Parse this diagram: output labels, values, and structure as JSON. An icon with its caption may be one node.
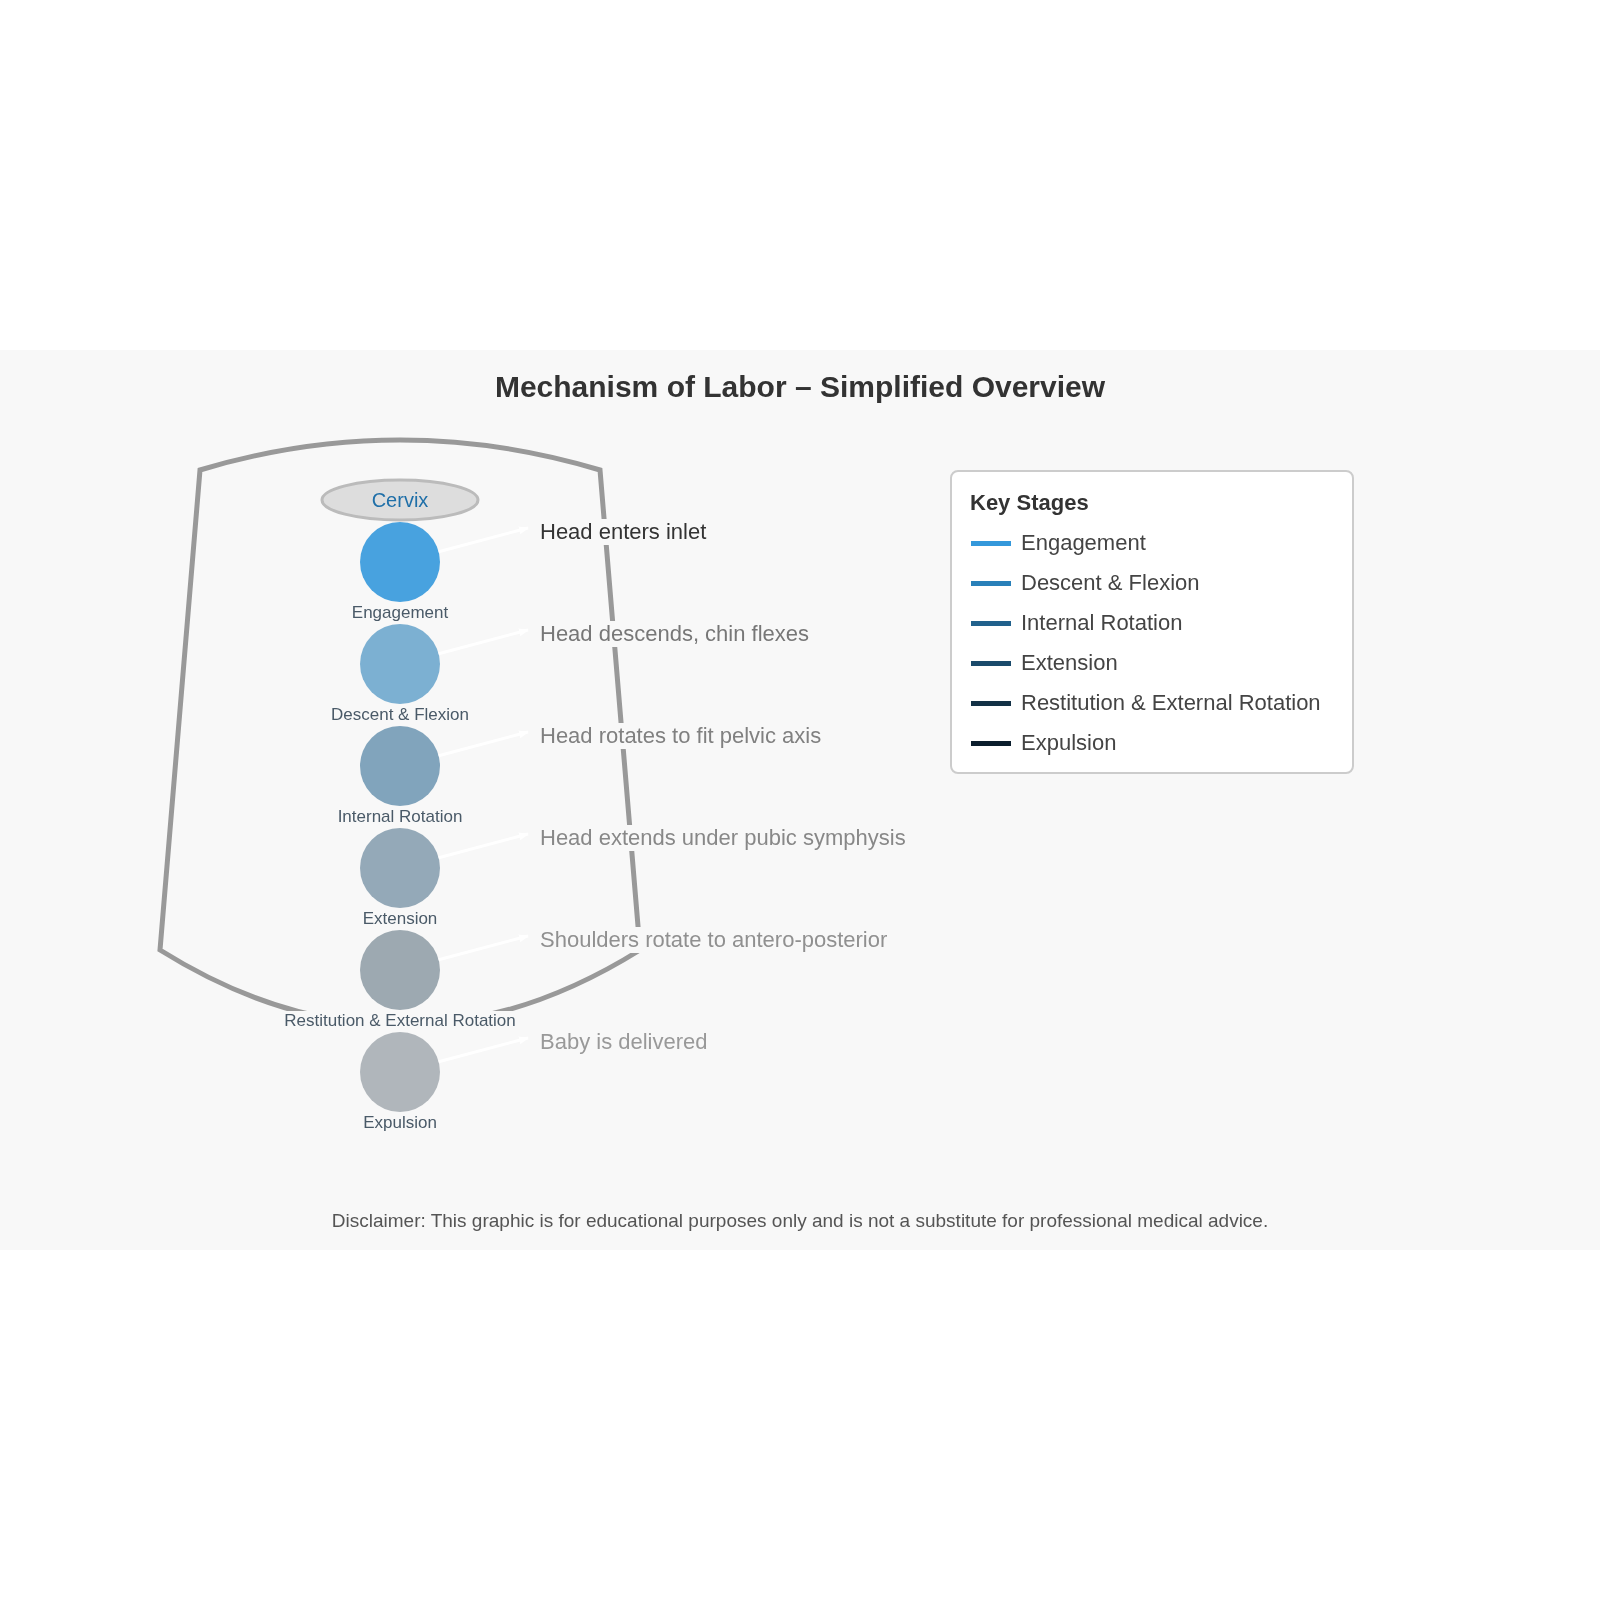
{
  "diagram": {
    "title": "Mechanism of Labor – Simplified Overview",
    "caption": "Disclaimer: This graphic is for educational purposes only and is not a substitute for professional medical advice.",
    "nodes": [
      {
        "text": [
          "Cervix"
        ]
      },
      {
        "text": [
          "Engagement"
        ]
      },
      {
        "text": [
          "Descent & Flexion"
        ]
      },
      {
        "text": [
          "Internal Rotation"
        ]
      },
      {
        "text": [
          "Extension"
        ]
      },
      {
        "text": [
          "Restitution & External Rotation"
        ]
      },
      {
        "text": [
          "Expulsion"
        ]
      },
      {
        "text": [
          "Head enters inlet"
        ]
      },
      {
        "text": [
          "Head descends, chin flexes"
        ]
      },
      {
        "text": [
          "Head rotates to fit pelvic axis"
        ]
      },
      {
        "text": [
          "Head extends under pubic symphysis"
        ]
      },
      {
        "text": [
          "Shoulders rotate to antero-posterior"
        ]
      },
      {
        "text": [
          "Baby is delivered"
        ]
      }
    ],
    "edges": [
      {
        "from": 1,
        "to": 7,
        "arrow": "to"
      },
      {
        "from": 2,
        "to": 8,
        "arrow": "to"
      },
      {
        "from": 3,
        "to": 9,
        "arrow": "to"
      },
      {
        "from": 4,
        "to": 10,
        "arrow": "to"
      },
      {
        "from": 5,
        "to": 11,
        "arrow": "to"
      },
      {
        "from": 6,
        "to": 12,
        "arrow": "to"
      }
    ],
    "labels": [
      "Key Stages"
    ],
    "legend": [
      {
        "text": "Engagement"
      },
      {
        "text": "Descent & Flexion"
      },
      {
        "text": "Internal Rotation"
      },
      {
        "text": "Extension"
      },
      {
        "text": "Restitution & External Rotation"
      },
      {
        "text": "Expulsion"
      }
    ]
  }
}
